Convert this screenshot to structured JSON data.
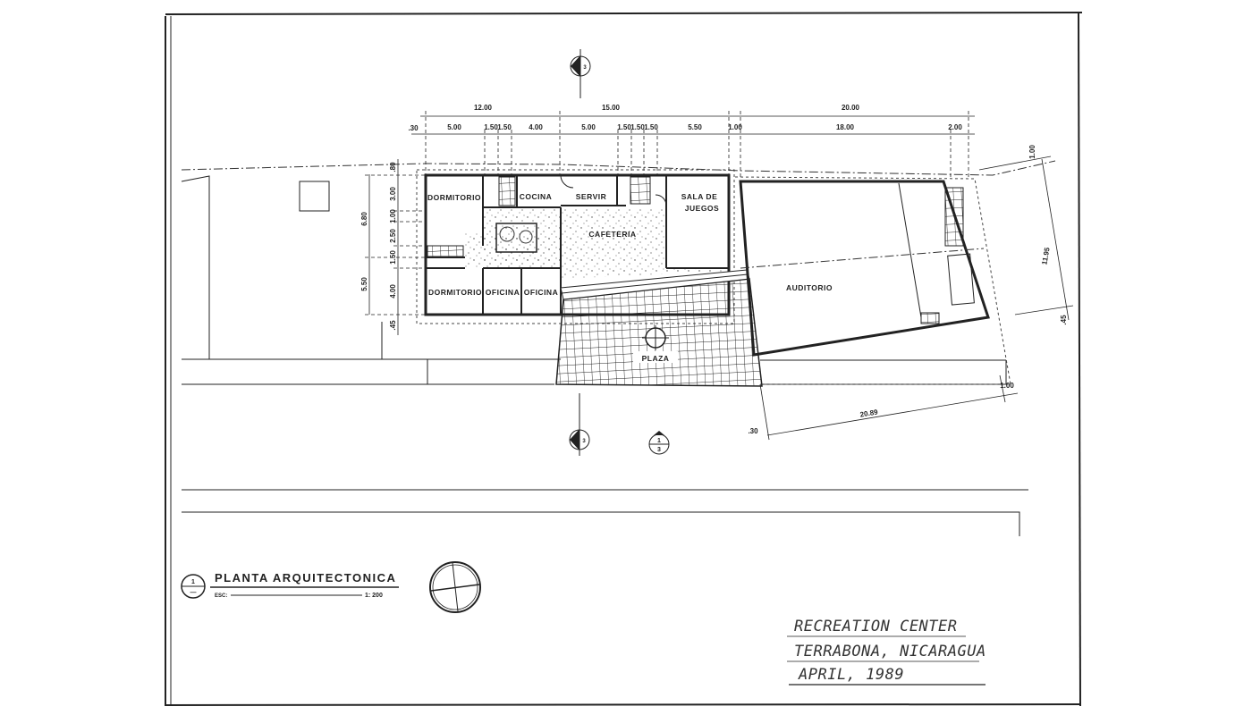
{
  "drawing": {
    "title": "PLANTA ARQUITECTONICA",
    "scale_label": "ESC:",
    "scale_value": "1: 200",
    "title_marker_top": "1",
    "title_marker_bottom": "—"
  },
  "rooms": {
    "dormitorio_1": "DORMITORIO",
    "dormitorio_2": "DORMITORIO",
    "cocina": "COCINA",
    "servir": "SERVIR",
    "sala_line1": "SALA DE",
    "sala_line2": "JUEGOS",
    "cafeteria": "CAFETERIA",
    "oficina_1": "OFICINA",
    "oficina_2": "OFICINA",
    "auditorio": "AUDITORIO",
    "plaza": "PLAZA"
  },
  "dimensions": {
    "top_overall": [
      "12.00",
      "15.00",
      "20.00"
    ],
    "top_detail": [
      ".30",
      "5.00",
      "1.50",
      "1.50",
      "4.00",
      "5.00",
      "1.50",
      "1.50",
      "1.50",
      "5.50",
      "1.00",
      "18.00",
      "2.00"
    ],
    "left_overall": [
      "6.80",
      "5.50"
    ],
    "left_detail": [
      ".80",
      "3.00",
      "1.00",
      "2.50",
      "1.50",
      "4.00",
      ".45"
    ],
    "right": [
      "1.00",
      "11.95",
      ".45"
    ],
    "bottom": [
      ".30",
      "20.89",
      "1.00"
    ]
  },
  "section_markers": {
    "top": {
      "left": "A",
      "right": "3"
    },
    "bottom": {
      "left": "A",
      "right": "3"
    },
    "detail": {
      "top": "1",
      "bottom": "3"
    }
  },
  "title_block": {
    "line1": "RECREATION CENTER",
    "line2": "TERRABONA, NICARAGUA",
    "line3": "APRIL, 1989"
  }
}
